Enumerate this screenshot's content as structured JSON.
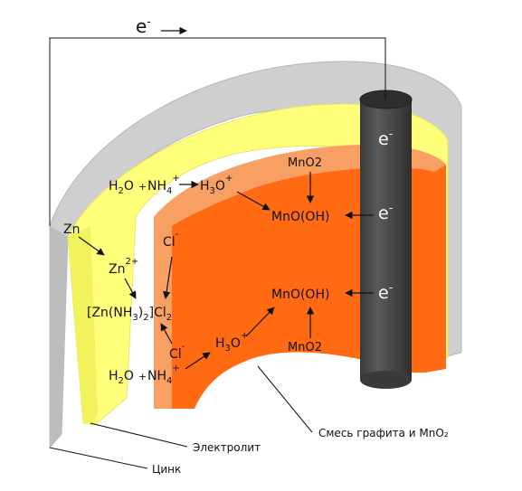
{
  "electron_top": "e",
  "superscript_minus": "-",
  "superscript_plus": "+",
  "rod_electrons": [
    "e",
    "e",
    "e"
  ],
  "species": {
    "mno2": "MnO2",
    "mnooh": "MnO(OH)",
    "zn": "Zn",
    "zn_ion": "Zn",
    "zn_ion_charge": "2+",
    "cl": "Cl",
    "h2o": "H2O",
    "nh4": "NH4",
    "h3o": "H3O",
    "plus": "+",
    "complex": "[Zn(NH3)2]Cl2"
  },
  "labels": {
    "graphite_mix": "Смесь графита и MnO₂",
    "electrolyte": "Электролит",
    "zinc": "Цинк"
  },
  "colors": {
    "zinc_gray": "#cfcfcf",
    "electrolyte_yellow": "#ffff7a",
    "cathode_orange": "#ff6a13",
    "cathode_light": "#f8a064",
    "rod_dark": "#4a4a4a"
  }
}
